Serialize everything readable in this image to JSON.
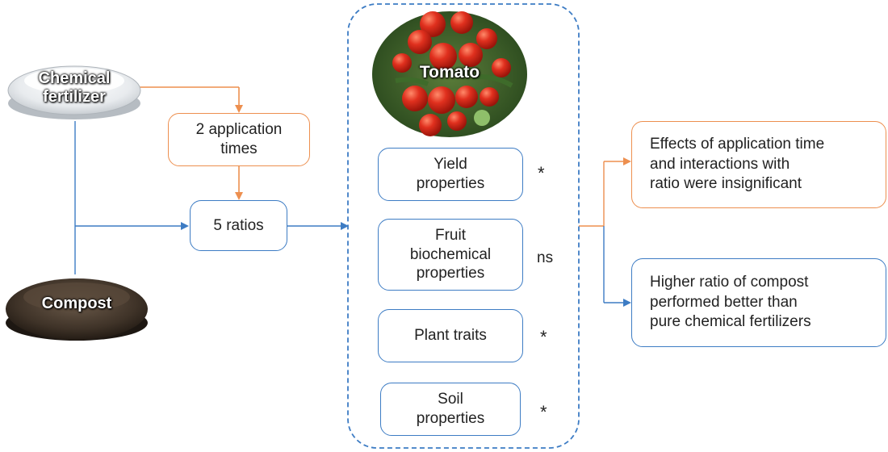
{
  "inputs": {
    "fertilizer_label": "Chemical fertilizer",
    "fertilizer_line1": "Chemical",
    "fertilizer_line2": "fertilizer",
    "compost_label": "Compost"
  },
  "steps": {
    "application_times_line1": "2 application",
    "application_times_line2": "times",
    "ratios": "5 ratios"
  },
  "crop": {
    "label": "Tomato"
  },
  "measurements": [
    {
      "line1": "Yield",
      "line2": "properties",
      "line3": "",
      "significance": "*"
    },
    {
      "line1": "Fruit",
      "line2": "biochemical",
      "line3": "properties",
      "significance": "ns"
    },
    {
      "line1": "Plant traits",
      "line2": "",
      "line3": "",
      "significance": "*"
    },
    {
      "line1": "Soil",
      "line2": "properties",
      "line3": "",
      "significance": "*"
    }
  ],
  "conclusions": [
    {
      "line1": "Effects of application time",
      "line2": "and interactions with",
      "line3": "ratio were insignificant"
    },
    {
      "line1": "Higher ratio of compost",
      "line2": "performed better than",
      "line3": "pure chemical fertilizers"
    }
  ],
  "colors": {
    "orange": "#ed8f4f",
    "blue": "#3d7cc4"
  }
}
